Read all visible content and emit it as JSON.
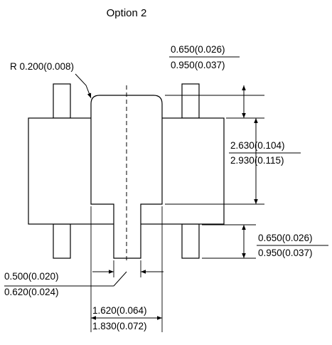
{
  "title": "Option 2",
  "labels": {
    "radius": "R 0.200(0.008)",
    "lead_len_min": "0.650(0.026)",
    "lead_len_max": "0.950(0.037)",
    "body_h_min": "2.630(0.104)",
    "body_h_max": "2.930(0.115)",
    "lower_lead_min": "0.650(0.026)",
    "lower_lead_max": "0.950(0.037)",
    "slot_w_min": "0.500(0.020)",
    "slot_w_max": "0.620(0.024)",
    "tab_w_min": "1.620(0.064)",
    "tab_w_max": "1.830(0.072)"
  },
  "colors": {
    "stroke": "#000000",
    "background": "#ffffff"
  }
}
